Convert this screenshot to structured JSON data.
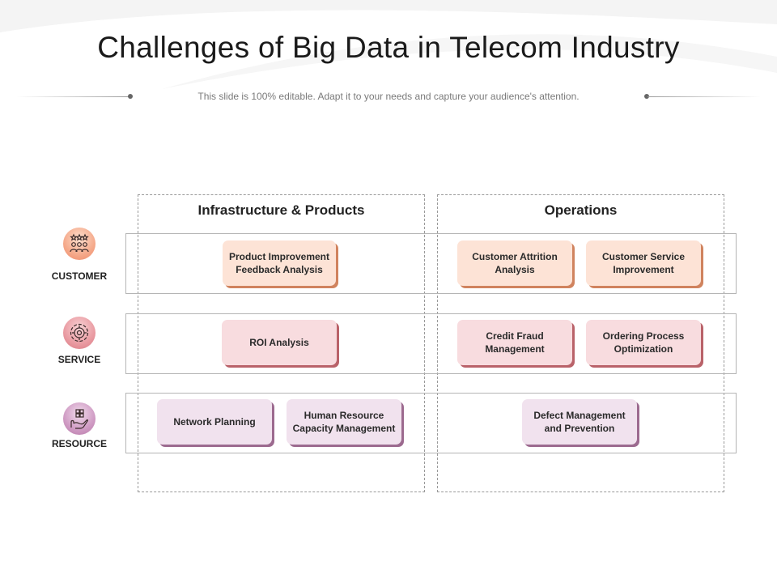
{
  "title": "Challenges of Big Data in Telecom Industry",
  "subtitle": "This slide is 100% editable. Adapt it to your needs and capture your audience's attention.",
  "columns": [
    {
      "label": "Infrastructure & Products"
    },
    {
      "label": "Operations"
    }
  ],
  "rows": [
    {
      "label": "CUSTOMER",
      "icon": "users-rating-icon"
    },
    {
      "label": "SERVICE",
      "icon": "gear-service-icon"
    },
    {
      "label": "RESOURCE",
      "icon": "hand-resource-icon"
    }
  ],
  "cards": {
    "product_improvement": "Product Improvement Feedback Analysis",
    "customer_attrition": "Customer Attrition Analysis",
    "customer_service": "Customer Service Improvement",
    "roi_analysis": "ROI Analysis",
    "credit_fraud": "Credit Fraud Management",
    "ordering_process": "Ordering Process Optimization",
    "network_planning": "Network Planning",
    "hr_capacity": "Human Resource Capacity Management",
    "defect_management": "Defect Management and Prevention"
  },
  "colors": {
    "customer": "#fde3d6",
    "service": "#f8dcdf",
    "resource": "#f1e2ee"
  }
}
